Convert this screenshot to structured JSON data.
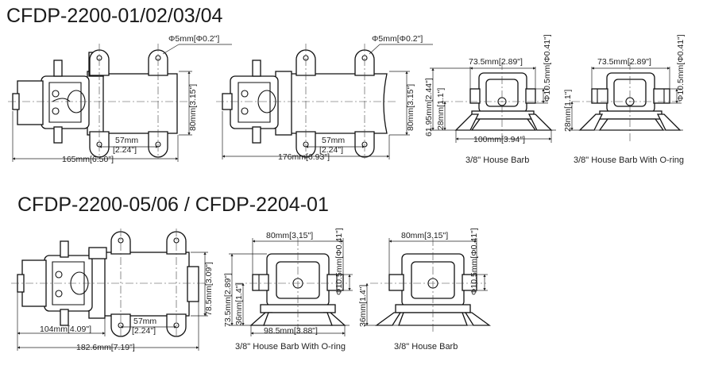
{
  "titles": {
    "top": "CFDP-2200-01/02/03/04",
    "bottom": "CFDP-2200-05/06  /  CFDP-2204-01"
  },
  "dims": {
    "d1_hole": "Φ5mm[Φ0.2\"]",
    "d1_height": "80mm[3.15\"]",
    "d1_mount_a": "57mm",
    "d1_mount_b": "[2.24\"]",
    "d1_length": "165mm[6.50\"]",
    "d2_hole": "Φ5mm[Φ0.2\"]",
    "d2_height": "80mm[3.15\"]",
    "d2_mount_a": "57mm",
    "d2_mount_b": "[2.24\"]",
    "d2_length": "176mm[6.93\"]",
    "d3_width": "73.5mm[2.89\"]",
    "d3_port": "Φ10.5mm[Φ0.41\"]",
    "d3_height": "61.95mm[2.44\"]",
    "d3_base": "28mm[1.1\"]",
    "d3_foot": "100mm[3.94\"]",
    "d4_width": "73.5mm[2.89\"]",
    "d4_port": "Φ10.5mm[Φ0.41\"]",
    "d4_base": "28mm[1.1\"]",
    "d5_height": "78.5mm[3.09\"]",
    "d5_mount_a": "57mm",
    "d5_mount_b": "[2.24\"]",
    "d5_body": "104mm[4.09\"]",
    "d5_length": "182.6mm[7.19\"]",
    "d6_width": "80mm[3.15\"]",
    "d6_port": "Φ10.5mm[Φ0.41\"]",
    "d6_height": "73.5mm[2.89\"]",
    "d6_base": "36mm[1.4\"]",
    "d6_foot": "98.5mm[3.88\"]",
    "d7_width": "80mm[3.15\"]",
    "d7_port": "Φ10.5mm[Φ0.41\"]",
    "d7_base": "36mm[1.4\"]"
  },
  "captions": {
    "c3": "3/8\" House Barb",
    "c4": "3/8\" House Barb With O-ring",
    "c6": "3/8\" House Barb With O-ring",
    "c7": "3/8\" House Barb"
  }
}
